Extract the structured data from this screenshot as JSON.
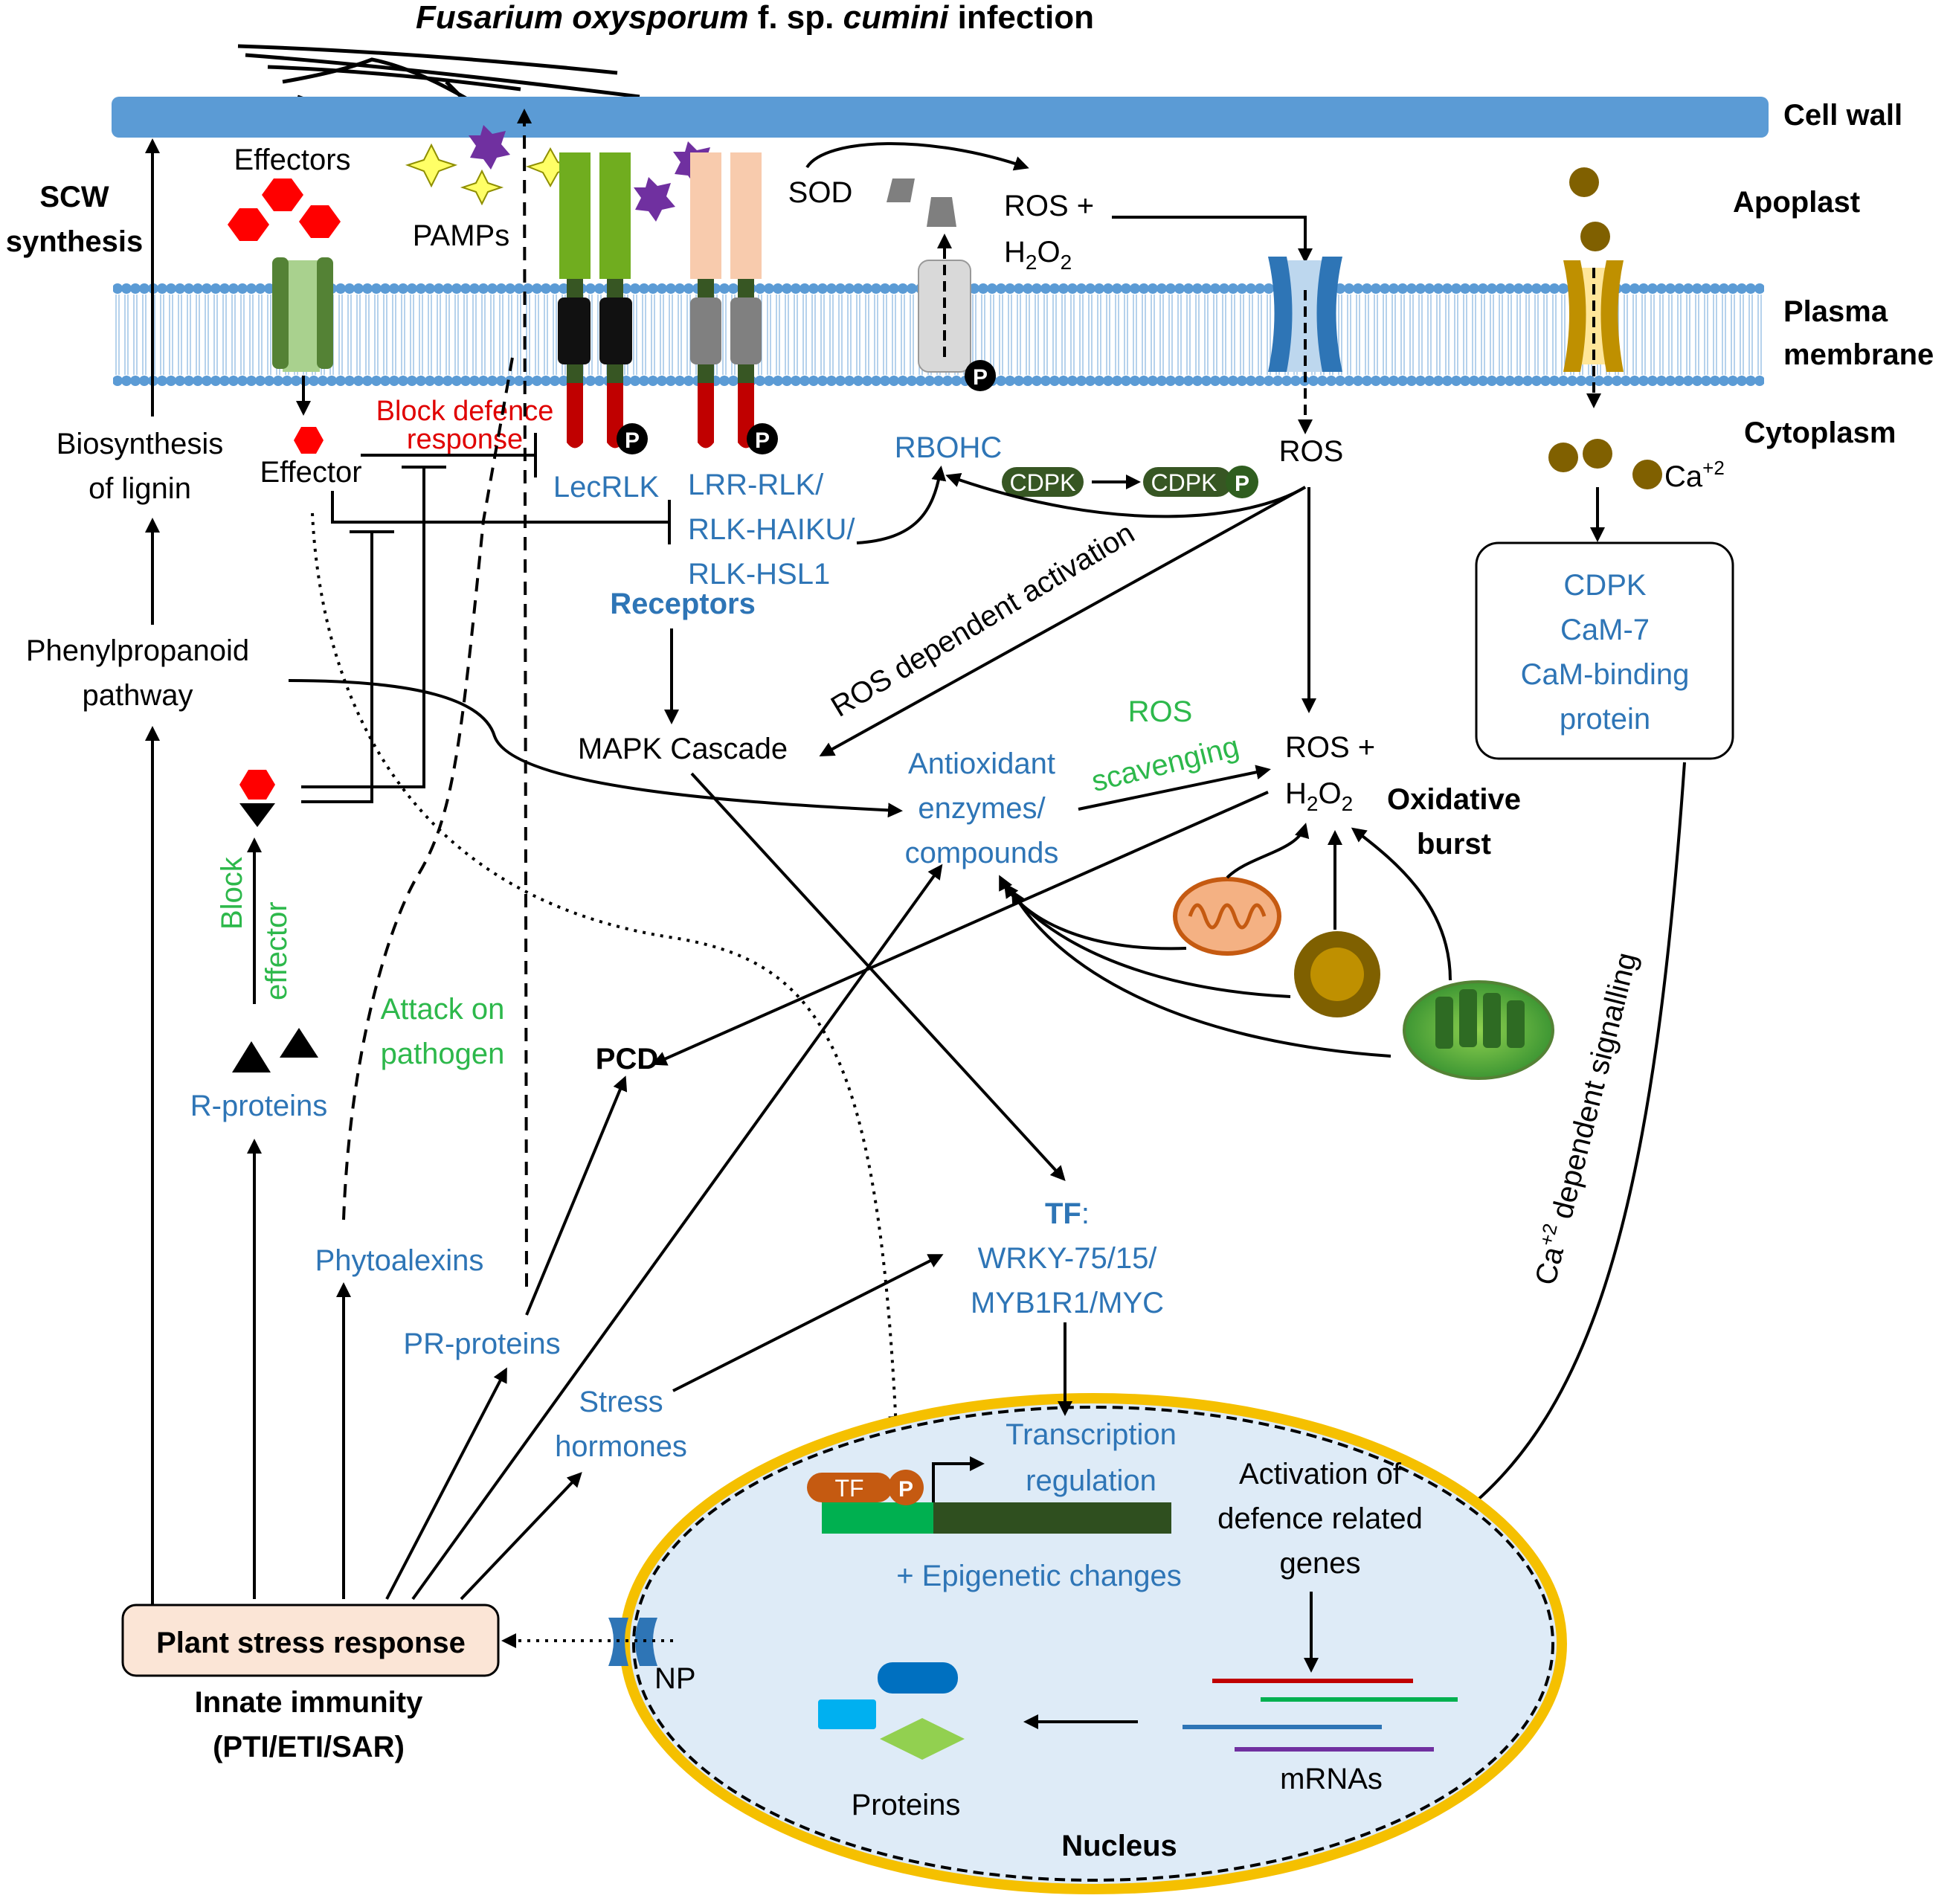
{
  "title": {
    "italic1": "Fusarium oxysporum",
    "plain1": " f. sp. ",
    "italic2": "cumini",
    "plain2": " infection"
  },
  "compartments": {
    "cell_wall": "Cell wall",
    "apoplast": "Apoplast",
    "plasma1": "Plasma",
    "plasma2": "membrane",
    "cytoplasm": "Cytoplasm",
    "nucleus": "Nucleus"
  },
  "labels": {
    "scw1": "SCW",
    "scw2": "synthesis",
    "effectors": "Effectors",
    "pamps": "PAMPs",
    "effector": "Effector",
    "block_def1": "Block defence",
    "block_def2": "response",
    "bio1": "Biosynthesis",
    "bio2": "of lignin",
    "phen1": "Phenylpropanoid",
    "phen2": "pathway",
    "lecrlk": "LecRLK",
    "lrr1": "LRR-RLK/",
    "lrr2": "RLK-HAIKU/",
    "lrr3": "RLK-HSL1",
    "receptors": "Receptors",
    "mapk": "MAPK Cascade",
    "sod": "SOD",
    "ros_h2o2_top": "ROS +",
    "h2o2_top": "H",
    "rbohc": "RBOHC",
    "ros": "ROS",
    "ros_dep": "ROS dependent activation",
    "cdpk1": "CDPK",
    "cdpk2": "CDPK",
    "p": "P",
    "ca": "Ca",
    "ca_sup": "+2",
    "cam1": "CDPK",
    "cam2": "CaM-7",
    "cam3": "CaM-binding",
    "cam4": "protein",
    "ros_scav1": "ROS",
    "ros_scav2": "scavenging",
    "anti1": "Antioxidant",
    "anti2": "enzymes/",
    "anti3": "compounds",
    "ros_h2o2_mid": "ROS +",
    "ox1": "Oxidative",
    "ox2": "burst",
    "block_eff1": "Block",
    "block_eff2": "effector",
    "attack1": "Attack on",
    "attack2": "pathogen",
    "pcd": "PCD",
    "rprot": "R-proteins",
    "phyto": "Phytoalexins",
    "prprot": "PR-proteins",
    "stress1": "Stress",
    "stress2": "hormones",
    "tf_head": "TF",
    "tf_colon": ":",
    "tf1": "WRKY-75/15/",
    "tf2": "MYB1R1/MYC",
    "ca_sig": "Ca",
    "ca_sig_sup": "+2",
    "ca_sig2": " dependent signalling",
    "trans1": "Transcription",
    "trans2": "regulation",
    "tf_box": "TF",
    "epi": "+ Epigenetic changes",
    "act1": "Activation of",
    "act2": "defence related",
    "act3": "genes",
    "mrnas": "mRNAs",
    "proteins": "Proteins",
    "np": "NP",
    "psr": "Plant stress response",
    "innate1": "Innate immunity",
    "innate2": "(PTI/ETI/SAR)"
  },
  "colors": {
    "cell_wall": "#5b9bd5",
    "label_blue": "#2e75b6",
    "label_green": "#2db84b",
    "label_red": "#e00000",
    "nucleus_fill": "#deebf7",
    "nuclear_envelope": "#f5c000"
  }
}
